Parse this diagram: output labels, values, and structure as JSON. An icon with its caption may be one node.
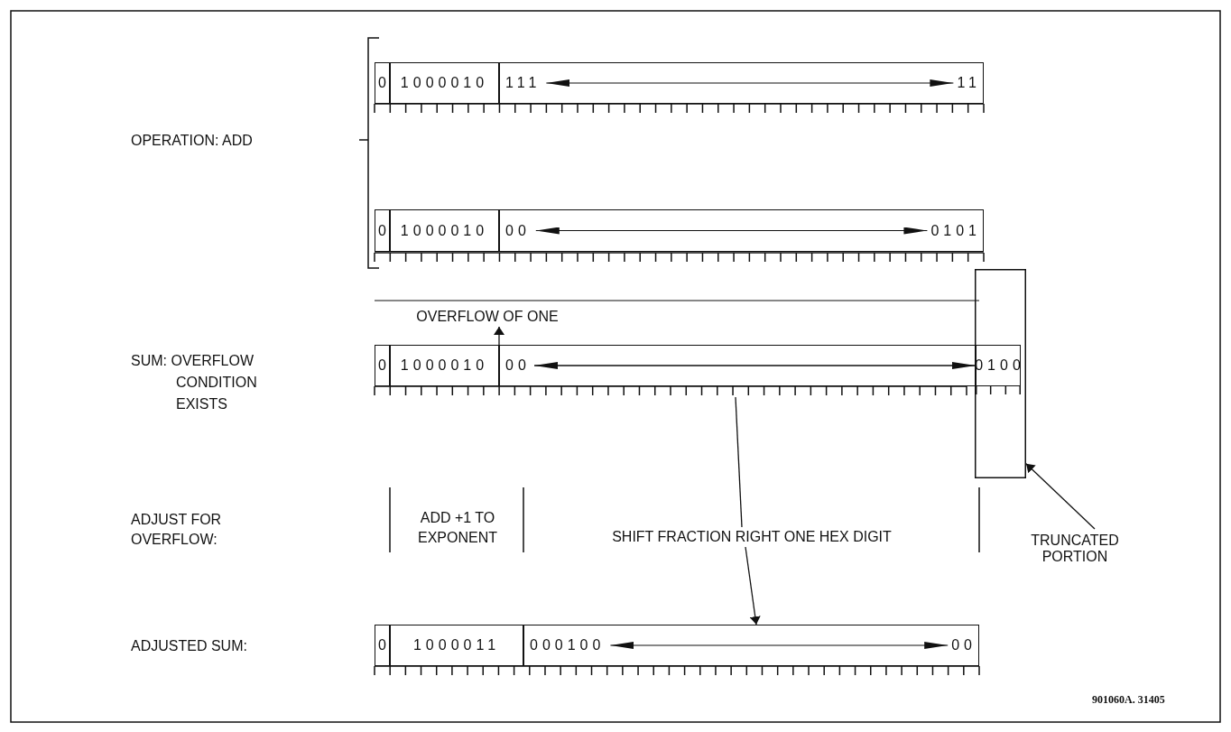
{
  "diagram": {
    "nodes": [
      {
        "text": [
          "0"
        ]
      },
      {
        "text": [
          "1000010"
        ]
      },
      {
        "text": [
          "111",
          "11"
        ]
      },
      {
        "text": [
          "0"
        ]
      },
      {
        "text": [
          "1000010"
        ]
      },
      {
        "text": [
          "00",
          "0101"
        ]
      },
      {
        "text": [
          "OVERFLOW OF ONE"
        ]
      },
      {
        "text": [
          "0"
        ]
      },
      {
        "text": [
          "1000010"
        ]
      },
      {
        "text": [
          "00"
        ]
      },
      {
        "text": [],
        "shape": "box"
      },
      {
        "text": [
          "0100"
        ],
        "in": 10
      },
      {
        "text": [
          "TRUNCATED PORTION"
        ]
      },
      {
        "text": [
          "SHIFT FRACTION RIGHT ONE HEX DIGIT"
        ]
      },
      {
        "text": [
          "0"
        ]
      },
      {
        "text": [
          "1000011"
        ]
      },
      {
        "text": [
          "000100",
          "00"
        ]
      }
    ],
    "edges": [
      {
        "from": 9,
        "to": 6,
        "arrow": "to"
      },
      {
        "from": 9,
        "to": 13,
        "arrow": "none"
      },
      {
        "from": 13,
        "to": 16,
        "arrow": "to"
      },
      {
        "from": 12,
        "to": 10,
        "arrow": "to"
      },
      {
        "from": 9,
        "to": 11,
        "arrow": "both"
      }
    ],
    "labels": [
      "OPERATION: ADD",
      "SUM: OVERFLOW CONDITION EXISTS",
      "ADJUST FOR OVERFLOW:",
      "ADD +1 TO EXPONENT",
      "ADJUSTED SUM:",
      "901060A. 31405"
    ]
  }
}
